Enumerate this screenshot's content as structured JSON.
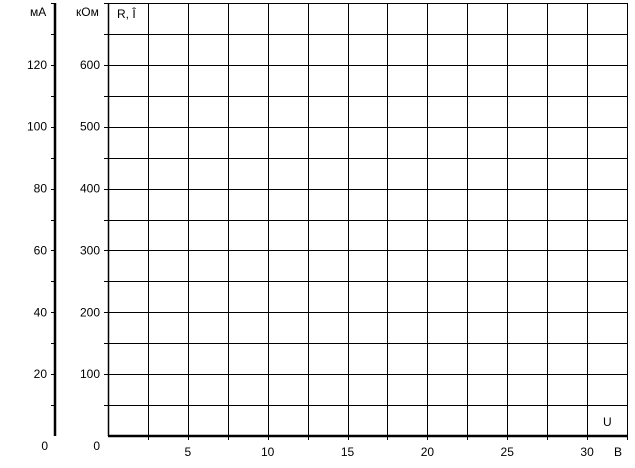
{
  "chart_data": {
    "type": "line",
    "title": "",
    "series": [],
    "x_axis": {
      "unit": "В",
      "label": "U",
      "range": [
        0,
        32.5
      ],
      "ticks": [
        {
          "value": 0,
          "label": "0"
        },
        {
          "value": 5,
          "label": "5"
        },
        {
          "value": 10,
          "label": "10"
        },
        {
          "value": 15,
          "label": "15"
        },
        {
          "value": 20,
          "label": "20"
        },
        {
          "value": 25,
          "label": "25"
        },
        {
          "value": 30,
          "label": "30"
        }
      ],
      "minor_step": 2.5
    },
    "y_axis_resistance": {
      "unit": "кОм",
      "label": "R, Î",
      "range": [
        0,
        700
      ],
      "ticks": [
        {
          "value": 0,
          "label": "0"
        },
        {
          "value": 100,
          "label": "100"
        },
        {
          "value": 200,
          "label": "200"
        },
        {
          "value": 300,
          "label": "300"
        },
        {
          "value": 400,
          "label": "400"
        },
        {
          "value": 500,
          "label": "500"
        },
        {
          "value": 600,
          "label": "600"
        }
      ],
      "minor_step": 50
    },
    "y_axis_current": {
      "unit": "мА",
      "range": [
        0,
        140
      ],
      "ticks": [
        {
          "value": 0,
          "label": "0"
        },
        {
          "value": 20,
          "label": "20"
        },
        {
          "value": 40,
          "label": "40"
        },
        {
          "value": 60,
          "label": "60"
        },
        {
          "value": 80,
          "label": "80"
        },
        {
          "value": 100,
          "label": "100"
        },
        {
          "value": 120,
          "label": "120"
        }
      ],
      "minor_step": 10
    },
    "grid": true,
    "colors": {
      "grid": "#000000",
      "axis": "#000000",
      "text": "#000000",
      "background": "#ffffff"
    }
  }
}
